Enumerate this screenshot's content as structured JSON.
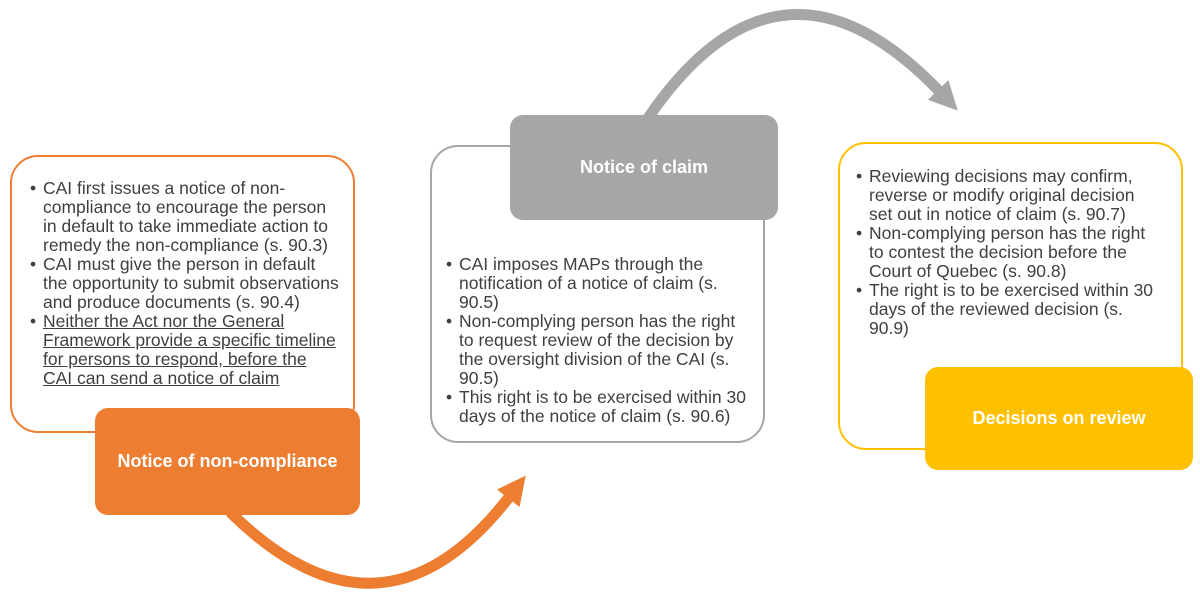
{
  "background": "#FFFFFF",
  "colors": {
    "orange": "#ED7D31",
    "gray": "#A6A6A6",
    "gold": "#FFC000",
    "body_text": "#3F3F3F",
    "label_text": "#FFFFFF"
  },
  "stages": {
    "non_compliance": {
      "label": "Notice of non-compliance",
      "bullets": [
        {
          "lines": [
            "CAI first issues a notice of non-",
            "compliance to encourage the person",
            "in default to take immediate action to",
            "remedy the non-compliance (s. 90.3)"
          ],
          "underlined": false
        },
        {
          "lines": [
            "CAI must give the person in default",
            "the opportunity to submit observations",
            "and produce documents (s. 90.4)"
          ],
          "underlined": false
        },
        {
          "lines": [
            "Neither the Act nor the General",
            "Framework provide a specific timeline",
            "for persons to respond, before the",
            "CAI can send a notice of claim"
          ],
          "underlined": true
        }
      ]
    },
    "claim": {
      "label": "Notice of claim",
      "bullets": [
        {
          "lines": [
            "CAI imposes MAPs through the",
            "notification of a notice of claim (s.",
            "90.5)"
          ],
          "underlined": false
        },
        {
          "lines": [
            "Non-complying person has the right",
            "to request review of the decision by",
            "the oversight division of the CAI (s.",
            "90.5)"
          ],
          "underlined": false
        },
        {
          "lines": [
            "This right is to be exercised within 30",
            "days of the notice of claim (s. 90.6)"
          ],
          "underlined": false
        }
      ]
    },
    "review": {
      "label": "Decisions on review",
      "bullets": [
        {
          "lines": [
            "Reviewing decisions may confirm,",
            "reverse or modify original decision",
            "set out in notice of claim (s. 90.7)"
          ],
          "underlined": false
        },
        {
          "lines": [
            "Non-complying person has the right",
            "to contest the decision before the",
            "Court of Quebec (s. 90.8)"
          ],
          "underlined": false
        },
        {
          "lines": [
            "The right is to be exercised within 30",
            "days of the reviewed decision (s.",
            "90.9)"
          ],
          "underlined": false
        }
      ]
    }
  },
  "arrows": [
    {
      "name": "non-compliance-to-claim",
      "color": "#ED7D31",
      "direction": "left-to-middle"
    },
    {
      "name": "claim-to-review",
      "color": "#A6A6A6",
      "direction": "middle-to-right"
    }
  ]
}
